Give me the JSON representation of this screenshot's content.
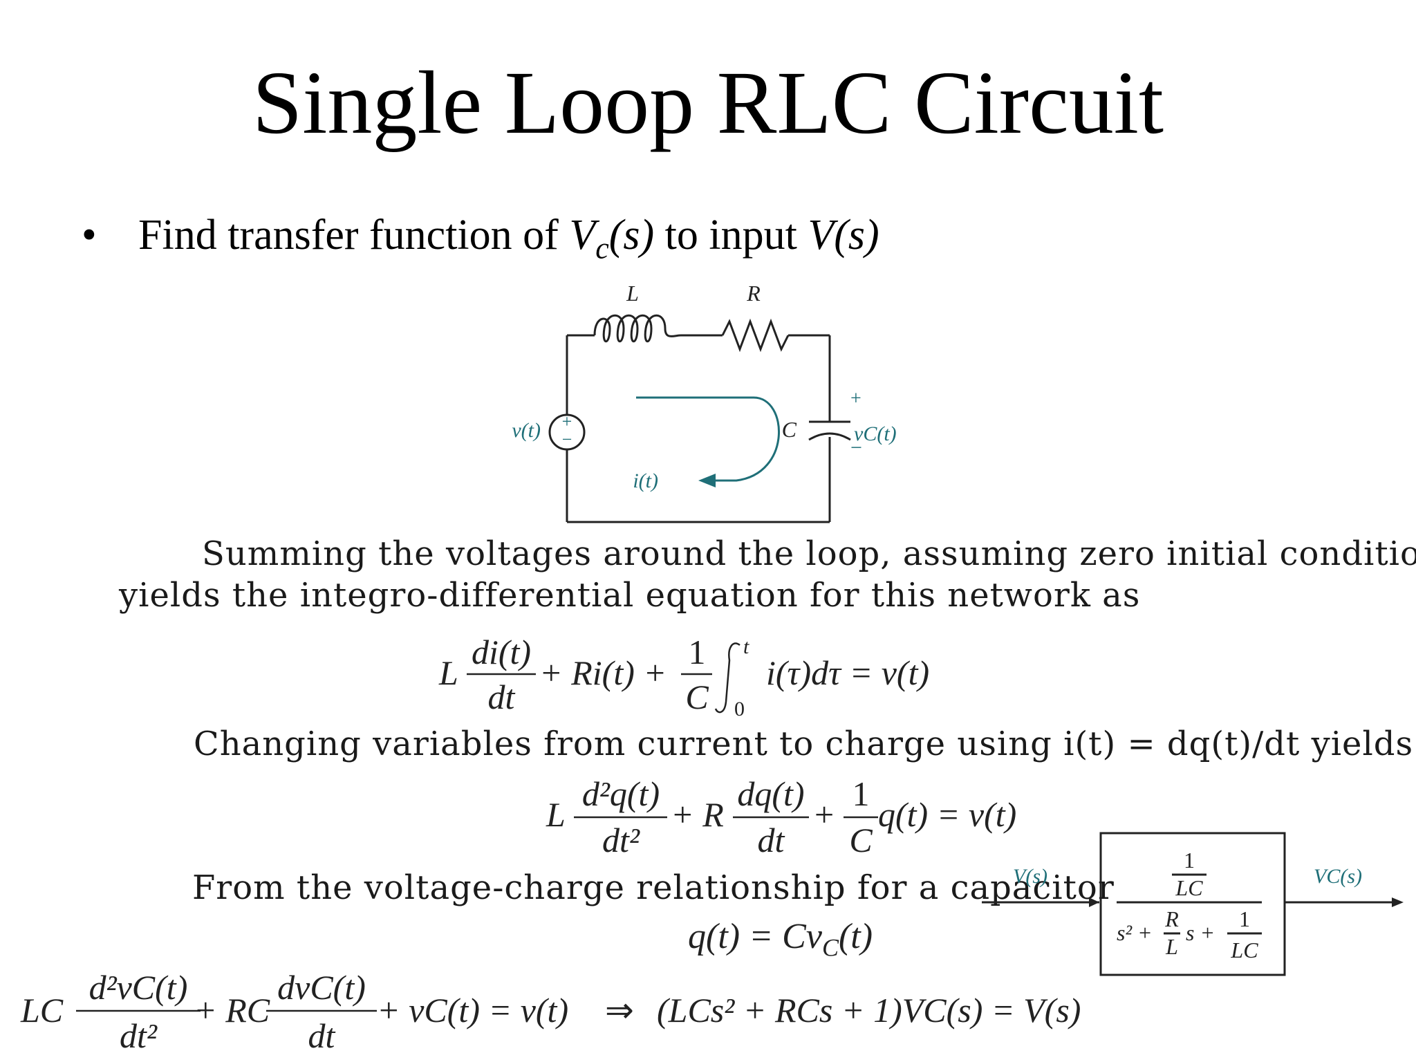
{
  "slide": {
    "title": "Single Loop RLC Circuit",
    "bullet_symbol": "•",
    "bullet_text_1": "Find transfer function of ",
    "bullet_vc": "V",
    "bullet_vc_sub": "c",
    "bullet_vc_arg": "(s)",
    "bullet_text_2": " to input ",
    "bullet_v": "V(s)"
  },
  "circuit": {
    "label_L": "L",
    "label_R": "R",
    "label_C": "C",
    "label_source": "v(t)",
    "label_vc": "vC(t)",
    "label_current": "i(t)",
    "plus": "+",
    "minus": "−"
  },
  "text": {
    "para1_line1": "Summing the voltages around the loop, assuming zero initial conditions,",
    "para1_line2": "yields the integro-differential equation for this network as",
    "para2": "Changing variables from current to charge using i(t) = dq(t)/dt yields",
    "para3": "From the voltage-charge relationship for a capacitor"
  },
  "equations": {
    "eq1_L": "L",
    "eq1_num": "di(t)",
    "eq1_den": "dt",
    "eq1_mid": "+ Ri(t) +",
    "eq1_frac_num": "1",
    "eq1_frac_den": "C",
    "eq1_upper": "t",
    "eq1_lower": "0",
    "eq1_tail": "i(τ)dτ = v(t)",
    "eq2_L": "L",
    "eq2_num1": "d²q(t)",
    "eq2_den1": "dt²",
    "eq2_mid1": "+ R",
    "eq2_num2": "dq(t)",
    "eq2_den2": "dt",
    "eq2_mid2": "+",
    "eq2_frac_num": "1",
    "eq2_frac_den": "C",
    "eq2_tail": "q(t) = v(t)",
    "eq3": "q(t) = Cv_C(t)",
    "eq4_LC": "LC",
    "eq4_num1": "d²vC(t)",
    "eq4_den1": "dt²",
    "eq4_RC": "+ RC",
    "eq4_num2": "dvC(t)",
    "eq4_den2": "dt",
    "eq4_tail": "+ vC(t) = v(t)",
    "eq4_arrow": "⇒",
    "eq4_result": "(LCs² + RCs + 1)VC(s) = V(s)"
  },
  "block": {
    "input_label": "V(s)",
    "output_label": "VC(s)",
    "top_num": "1",
    "top_den": "LC",
    "bottom_s2": "s² +",
    "bottom_R": "R",
    "bottom_L": "L",
    "bottom_s": "s +",
    "bottom_1": "1",
    "bottom_LC": "LC"
  }
}
